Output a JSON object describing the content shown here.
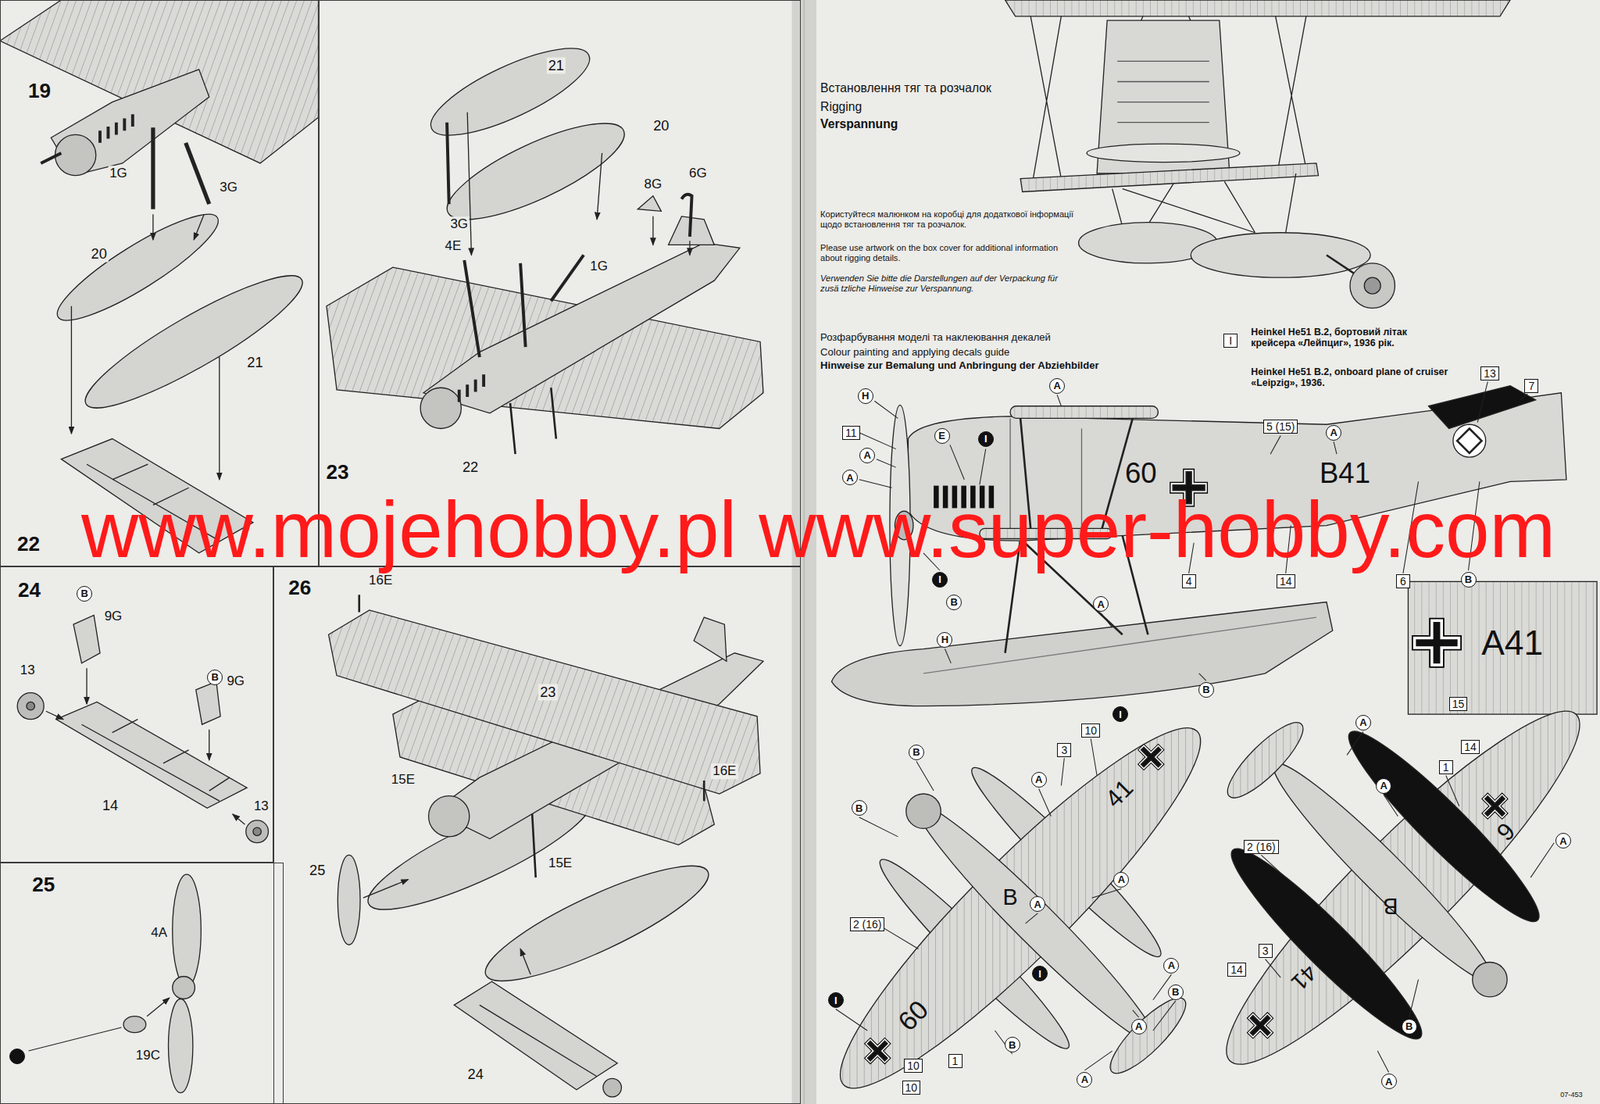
{
  "diagram": {
    "nodes": [
      {
        "text": [
          "19"
        ]
      },
      {
        "text": [
          "23"
        ]
      },
      {
        "text": [
          "24"
        ]
      },
      {
        "text": [
          "B"
        ],
        "in": 2
      },
      {
        "text": [
          "B"
        ],
        "in": 2
      },
      {
        "text": [
          "25"
        ]
      },
      {
        "text": [
          "I"
        ],
        "in": 5
      },
      {
        "text": [
          "26"
        ]
      },
      {
        "text": [
          "I"
        ]
      },
      {
        "text": [
          "A"
        ]
      },
      {
        "text": [
          "11"
        ]
      },
      {
        "text": [
          "H"
        ]
      },
      {
        "text": [
          "A"
        ]
      },
      {
        "text": [
          "A"
        ]
      },
      {
        "text": [
          "E"
        ]
      },
      {
        "text": [
          "I"
        ]
      },
      {
        "text": [
          "5 (15)"
        ]
      },
      {
        "text": [
          "A"
        ]
      },
      {
        "text": [
          "13"
        ]
      },
      {
        "text": [
          "7"
        ]
      },
      {
        "text": [
          "I"
        ]
      },
      {
        "text": [
          "B"
        ]
      },
      {
        "text": [
          "4"
        ]
      },
      {
        "text": [
          "14"
        ]
      },
      {
        "text": [
          "6"
        ]
      },
      {
        "text": [
          "B"
        ]
      },
      {
        "text": [
          "A"
        ]
      },
      {
        "text": [
          "H"
        ]
      },
      {
        "text": [
          "B"
        ]
      },
      {
        "text": [
          "15"
        ]
      },
      {
        "text": [
          "B"
        ]
      },
      {
        "text": [
          "10"
        ]
      },
      {
        "text": [
          "I"
        ]
      },
      {
        "text": [
          "3"
        ]
      },
      {
        "text": [
          "A"
        ]
      },
      {
        "text": [
          "B"
        ]
      },
      {
        "text": [
          "A"
        ]
      },
      {
        "text": [
          "2 (16)"
        ]
      },
      {
        "text": [
          "A"
        ]
      },
      {
        "text": [
          "I"
        ]
      },
      {
        "text": [
          "A"
        ]
      },
      {
        "text": [
          "B"
        ]
      },
      {
        "text": [
          "I"
        ]
      },
      {
        "text": [
          "B"
        ]
      },
      {
        "text": [
          "10"
        ]
      },
      {
        "text": [
          "1"
        ]
      },
      {
        "text": [
          "10"
        ]
      },
      {
        "text": [
          "A"
        ]
      },
      {
        "text": [
          "A"
        ]
      },
      {
        "text": [
          "A"
        ]
      },
      {
        "text": [
          "1"
        ]
      },
      {
        "text": [
          "14"
        ]
      },
      {
        "text": [
          "A"
        ]
      },
      {
        "text": [
          "2 (16)"
        ]
      },
      {
        "text": [
          "A"
        ]
      },
      {
        "text": [
          "3"
        ]
      },
      {
        "text": [
          "14"
        ]
      },
      {
        "text": [
          "B"
        ]
      },
      {
        "text": [
          "A"
        ]
      }
    ],
    "labels": [
      "1G",
      "3G",
      "20",
      "21",
      "22",
      "21",
      "20",
      "8G",
      "6G",
      "3G",
      "4E",
      "1G",
      "22",
      "9G",
      "13",
      "9G",
      "14",
      "13",
      "4A",
      "19C",
      "16E",
      "23",
      "15E",
      "16E",
      "25",
      "15E",
      "24",
      "www.mojehobby.pl www.super-hobby.com",
      "Встановлення тяг та розчалок",
      "Rigging",
      "Verspannung",
      "Користуйтеся малюнком на коробці для додаткової інформації щодо встановлення тяг та розчалок.",
      "Please use artwork on the box cover for additional information about rigging details.",
      "Verwenden Sie bitte die Darstellungen auf der Verpackung für zusä tzliche Hinweise zur Verspannung.",
      "Розфарбування моделі та наклеювання декалей",
      "Colour painting and applying decals guide",
      "Hinweise zur Bemalung und Anbringung der Abziehbilder",
      "Heinkel He51 B.2, бортовий літак крейсера «Лейпциг», 1936 рік.",
      "Heinkel He51 B.2, onboard plane of cruiser «Leipzig», 1936.",
      "60",
      "B41",
      "A41",
      "41",
      "B",
      "60",
      "B",
      "6",
      "41",
      "07-453"
    ]
  }
}
